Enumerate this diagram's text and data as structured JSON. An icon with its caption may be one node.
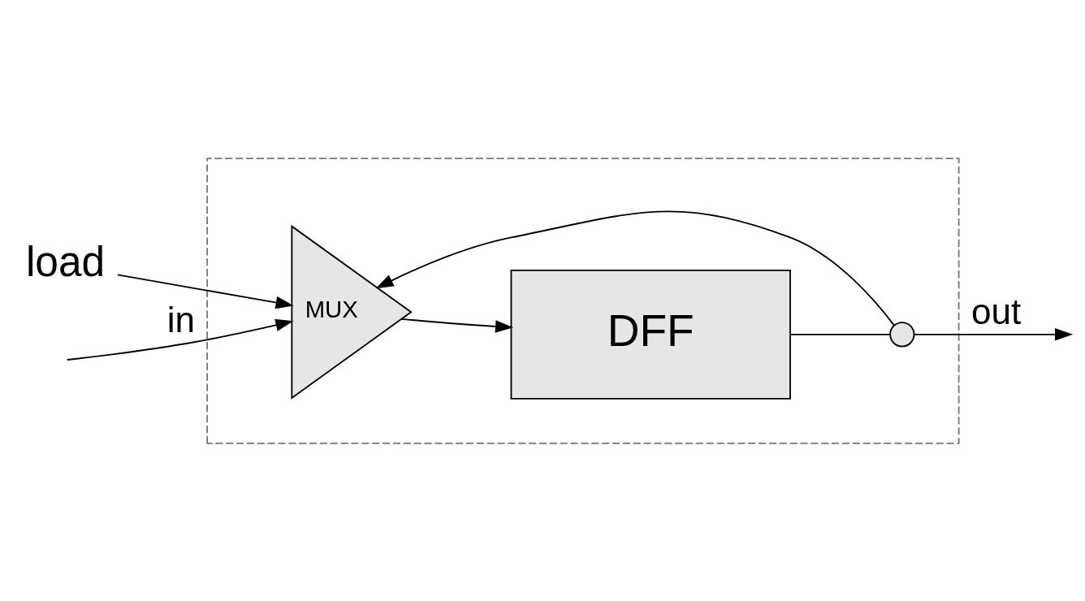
{
  "diagram": {
    "nodes": [
      {
        "text": [],
        "shape": "box"
      },
      {
        "text": [
          "load"
        ]
      },
      {
        "text": [
          "MUX"
        ],
        "in": 0
      },
      {
        "text": [
          "DFF"
        ],
        "in": 0
      },
      {
        "text": [],
        "shape": "circle",
        "in": 0
      }
    ],
    "edges": [
      {
        "from": null,
        "to": 2,
        "arrow": "to",
        "label": "in"
      },
      {
        "from": 1,
        "to": 2,
        "arrow": "to"
      },
      {
        "from": 2,
        "to": 3,
        "arrow": "to"
      },
      {
        "from": 3,
        "to": 4,
        "arrow": "none"
      },
      {
        "from": 4,
        "to": null,
        "arrow": "to",
        "label": "out"
      },
      {
        "from": 4,
        "to": 2,
        "arrow": "to"
      }
    ]
  }
}
